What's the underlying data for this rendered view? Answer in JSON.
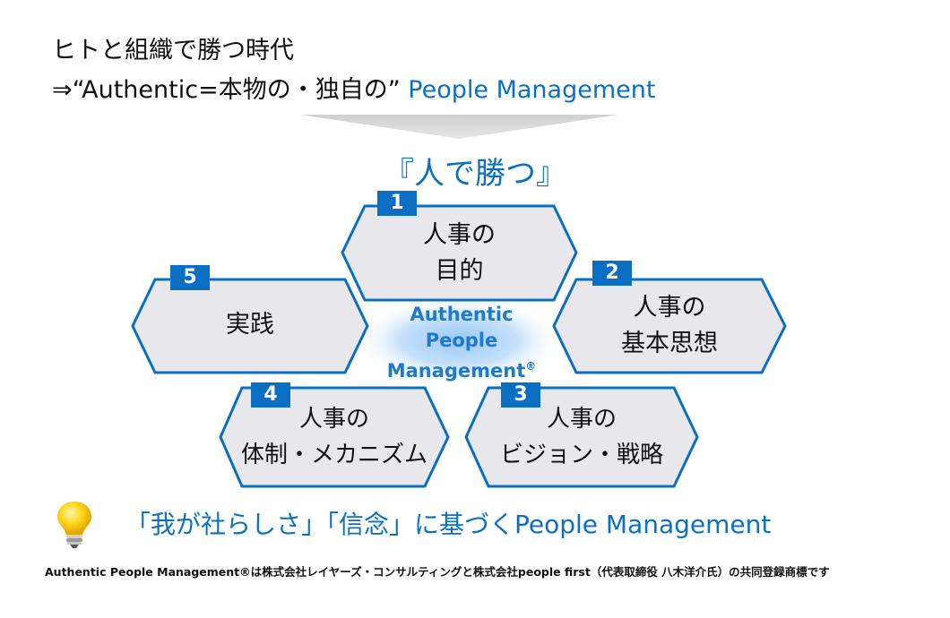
{
  "header": {
    "line1": "ヒトと組織で勝つ時代",
    "line2_prefix": "⇒“Authentic=本物の・独自の”",
    "line2_highlight": "People Management"
  },
  "subtitle": "『人で勝つ』",
  "center": {
    "line1": "Authentic",
    "line2": "People",
    "line3": "Management",
    "mark": "®"
  },
  "hexagons": [
    {
      "number": "1",
      "line1": "人事の",
      "line2": "目的"
    },
    {
      "number": "2",
      "line1": "人事の",
      "line2": "基本思想"
    },
    {
      "number": "3",
      "line1": "人事の",
      "line2": "ビジョン・戦略"
    },
    {
      "number": "4",
      "line1": "人事の",
      "line2": "体制・メカニズム"
    },
    {
      "number": "5",
      "line1": "実践",
      "line2": ""
    }
  ],
  "bottom_message": "「我が社らしさ」「信念」に基づくPeople Management",
  "footer": "Authentic People Management®は株式会社レイヤーズ・コンサルティングと株式会社people first（代表取締役 八木洋介氏）の共同登録商標です",
  "icons": {
    "bulb": "lightbulb-icon",
    "arrow": "down-arrow-icon"
  },
  "colors": {
    "accent": "#0a70c4",
    "hex_fill": "#e8e7ec",
    "hex_border": "#0a6fc2",
    "arrow": "#d9d9d9"
  }
}
